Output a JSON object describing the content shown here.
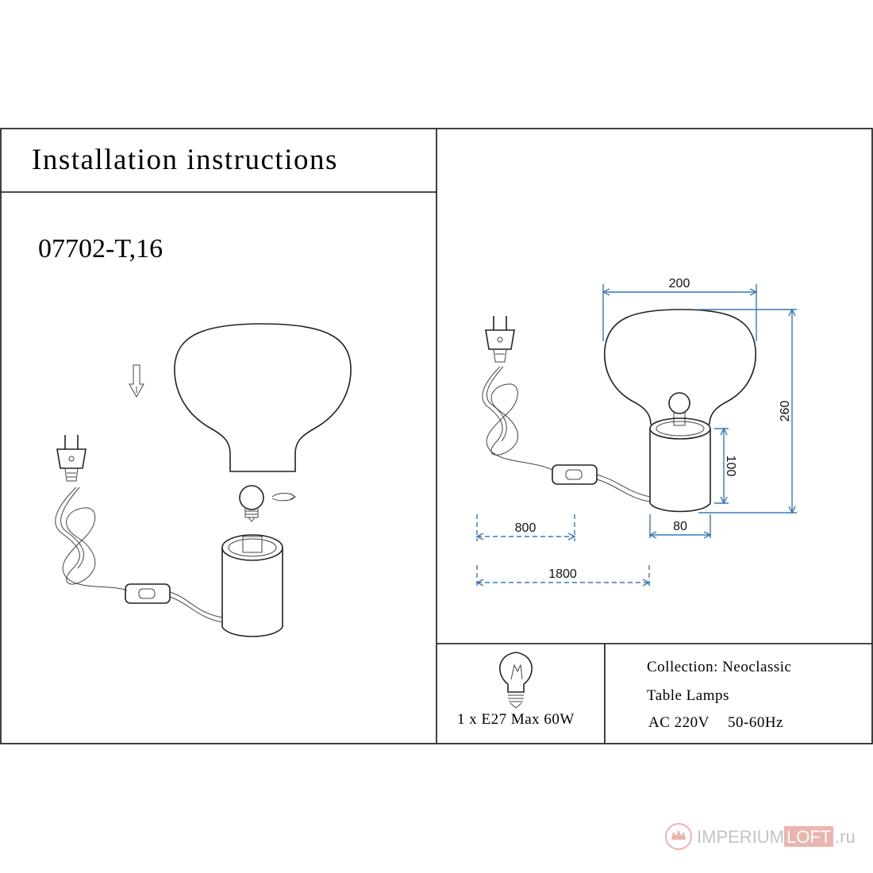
{
  "title": "Installation instructions",
  "model": "07702-T,16",
  "dimensions": {
    "shade_width": "200",
    "total_height": "260",
    "base_height": "100",
    "base_diameter": "80",
    "cable_to_switch": "800",
    "cable_total": "1800"
  },
  "bulb_spec": "1 x E27 Max 60W",
  "info": {
    "collection": "Collection: Neoclassic",
    "category": "Table Lamps",
    "voltage": "AC 220V",
    "frequency": "50-60Hz"
  },
  "watermark": {
    "brand_a": "IMPERIUM",
    "brand_b": "LOFT",
    "tld": ".ru",
    "color_a": "#b9b9b9",
    "color_b": "#e8a8a0"
  },
  "colors": {
    "dimension": "#3a78b8",
    "line": "#222222"
  }
}
